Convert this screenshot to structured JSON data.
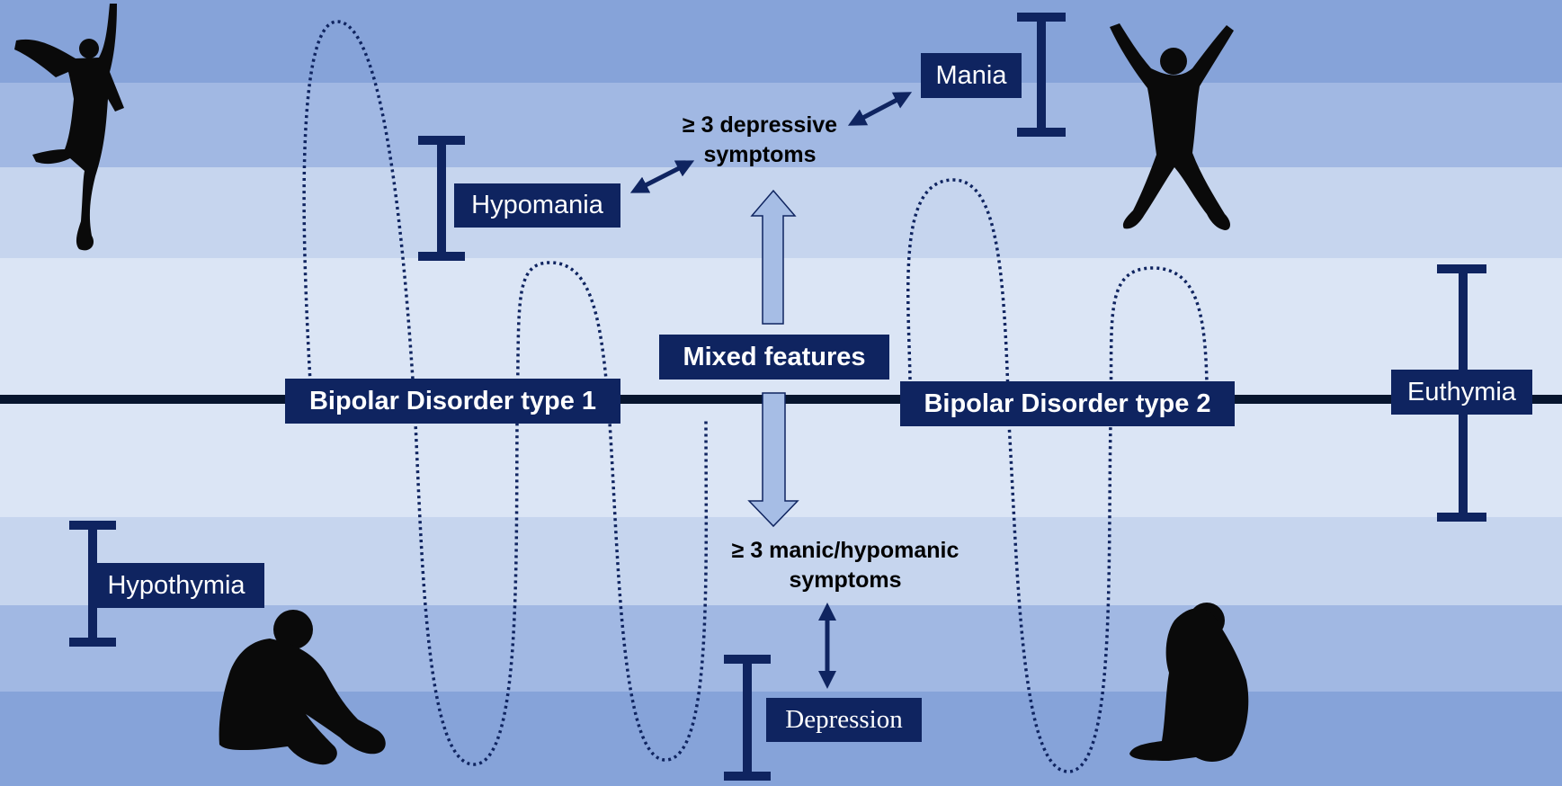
{
  "colors": {
    "band_outer": "#86a3d9",
    "band_mid": "#a1b8e3",
    "band_inner": "#c6d5ee",
    "band_center": "#dbe5f5",
    "navy": "#0f2460",
    "dark_line": "#07152e",
    "arrow_light": "#a6bde5",
    "silhouette": "#0a0a0a"
  },
  "labels": {
    "mania": "Mania",
    "hypomania": "Hypomania",
    "mixed_features": "Mixed features",
    "bipolar_1": "Bipolar Disorder type 1",
    "bipolar_2": "Bipolar Disorder type 2",
    "euthymia": "Euthymia",
    "hypothymia": "Hypothymia",
    "depression": "Depression"
  },
  "notes": {
    "depressive_line1": "≥ 3 depressive",
    "depressive_line2": "symptoms",
    "manic_line1": "≥ 3 manic/hypomanic",
    "manic_line2": "symptoms"
  },
  "icons": [
    "jumping-woman-icon",
    "celebrating-man-icon",
    "sitting-sad-man-icon",
    "sitting-sad-woman-icon"
  ]
}
